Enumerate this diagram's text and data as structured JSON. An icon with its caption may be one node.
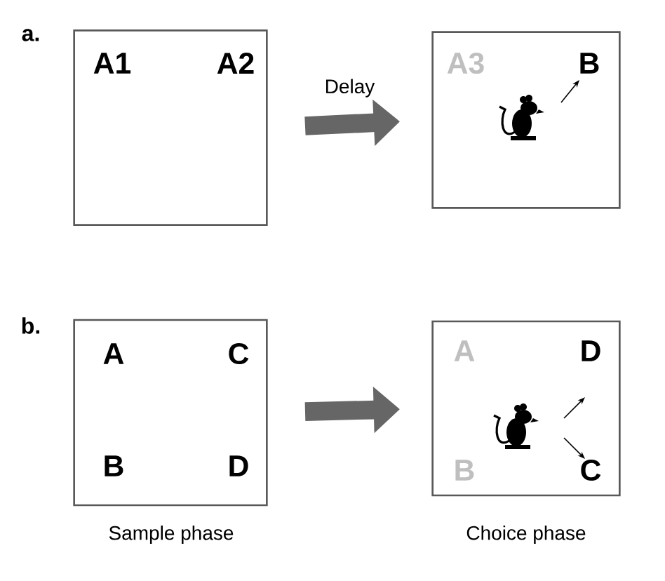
{
  "diagram": {
    "nodes": [
      {
        "text": [
          "A1",
          "A2"
        ]
      },
      {
        "text": [
          "A3",
          "B"
        ]
      },
      {
        "text": [
          "A",
          "C",
          "B",
          "D"
        ],
        "beside": [
          "Sample phase"
        ]
      },
      {
        "text": [
          "A",
          "D",
          "B",
          "C"
        ],
        "beside": [
          "Choice phase"
        ]
      }
    ],
    "edges": [
      {
        "from": 0,
        "to": 1,
        "arrow": "to",
        "label": "Delay"
      },
      {
        "from": 2,
        "to": 3,
        "arrow": "to"
      }
    ],
    "labels": [
      "a.",
      "b."
    ]
  }
}
